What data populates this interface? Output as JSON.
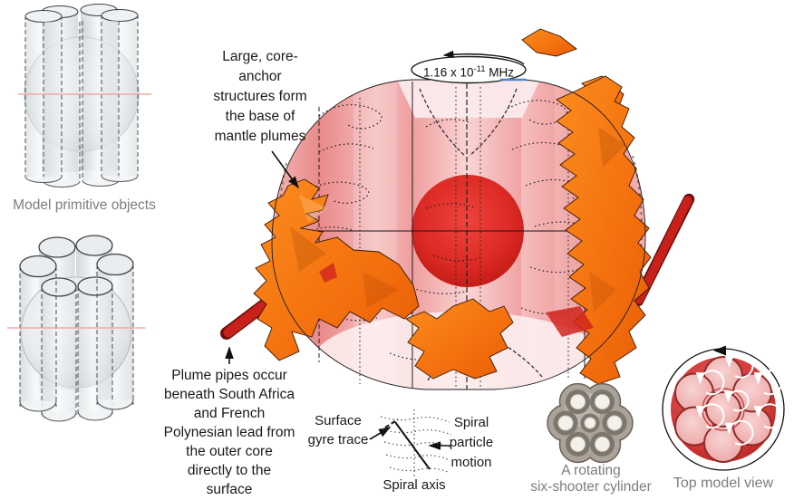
{
  "figure": {
    "type": "scientific-diagram",
    "subject": "Mantle plume six-shooter cylinder model"
  },
  "labels": {
    "model_primitives": "Model primitive objects",
    "core_anchor": "Large, core-\nanchor\nstructures form\nthe base of\nmantle plumes",
    "rotation_rate": {
      "base": "1.16 x 10",
      "sup": "-11",
      "unit": " MHz"
    },
    "plume_pipes": "Plume pipes occur\nbeneath South Africa\nand French\nPolynesian lead from\nthe outer core\ndirectly to the\nsurface",
    "surface_gyre": "Surface\ngyre trace",
    "spiral_particle": "Spiral\nparticle\nmotion",
    "spiral_axis": "Spiral axis",
    "six_shooter": "A rotating\nsix-shooter cylinder",
    "top_view": "Top model view"
  },
  "colors": {
    "plume_orange": "#f4700e",
    "core_red": "#d92220",
    "mantle_pink": "#f2a5a5",
    "pipe_red": "#c8201a",
    "label_gray": "#7d7d7d",
    "tick_blue": "#4f86c6",
    "metal_gray": "#aaa399"
  }
}
